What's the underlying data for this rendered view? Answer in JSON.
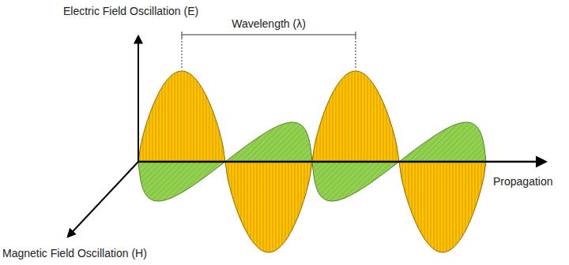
{
  "diagram": {
    "labels": [
      "Electric Field Oscillation (E)",
      "Wavelength (λ)",
      "Propagation",
      "Magnetic Field Oscillation (H)"
    ]
  }
}
